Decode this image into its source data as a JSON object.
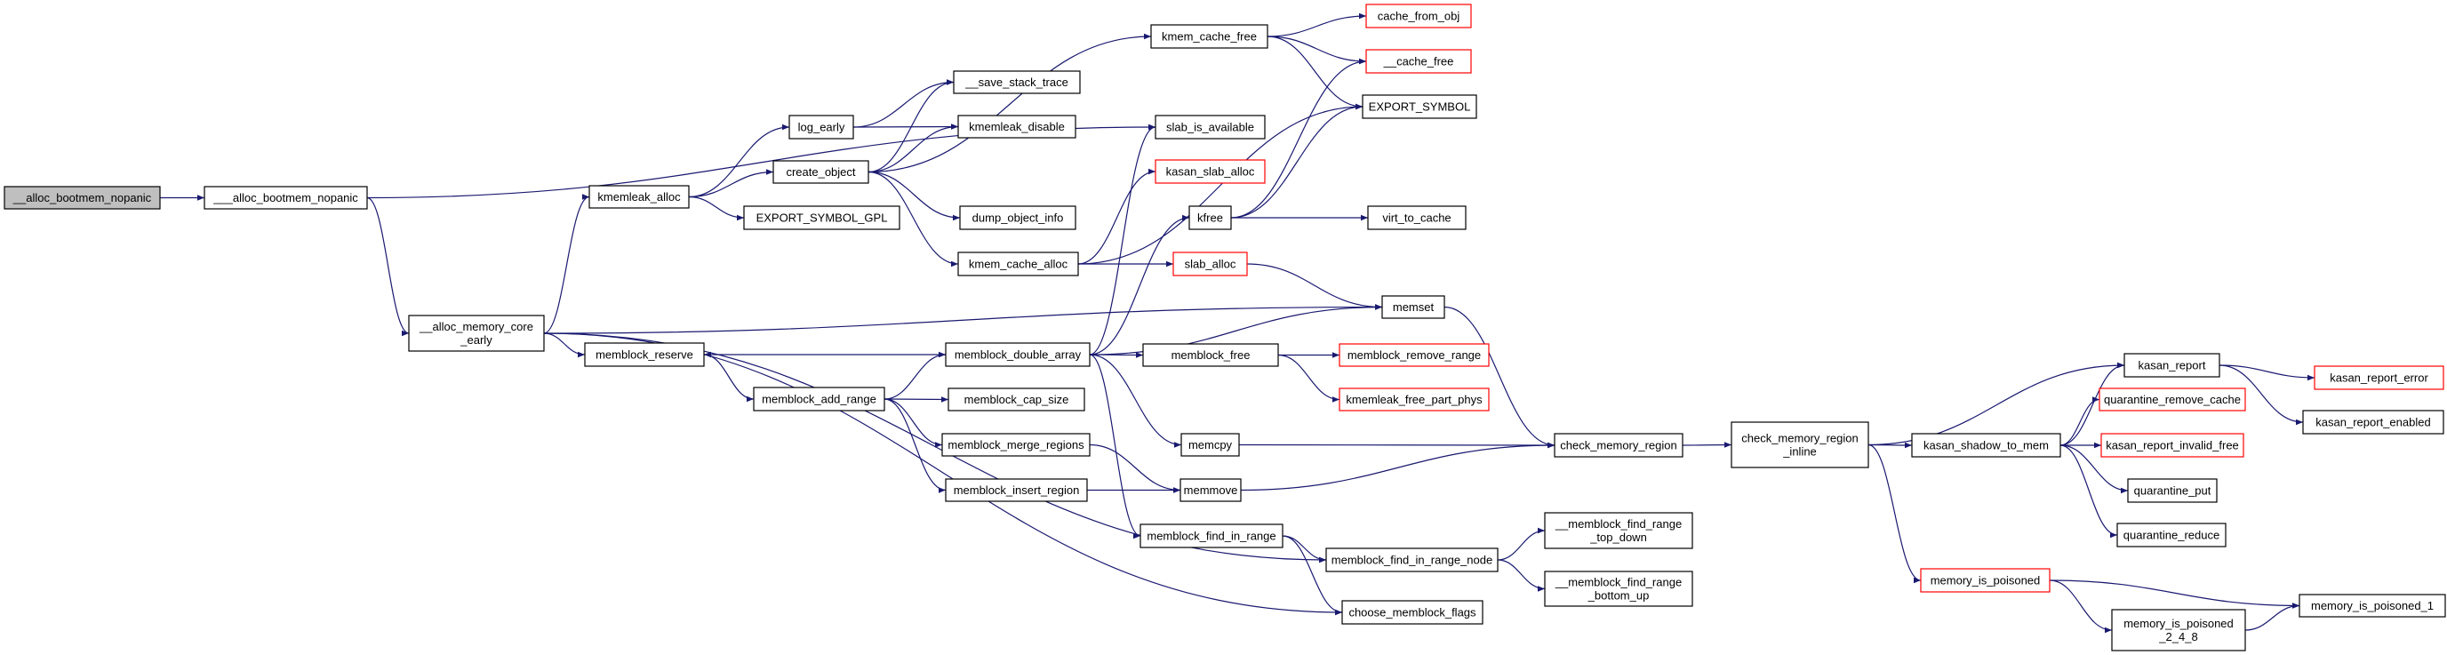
{
  "colors": {
    "edge": "#191970",
    "node_border": "#000000",
    "truncated_border": "#ff0000",
    "root_fill": "#bfbfbf"
  },
  "nodes": [
    {
      "id": "alloc_bootmem_nopanic",
      "label": [
        "__alloc_bootmem_nopanic"
      ],
      "root": true
    },
    {
      "id": "alloc_bootmem_nopanic3",
      "label": [
        "___alloc_bootmem_nopanic"
      ]
    },
    {
      "id": "alloc_memory_core_early",
      "label": [
        "__alloc_memory_core",
        "_early"
      ]
    },
    {
      "id": "slab_is_available",
      "label": [
        "slab_is_available"
      ]
    },
    {
      "id": "kmemleak_alloc",
      "label": [
        "kmemleak_alloc"
      ]
    },
    {
      "id": "memblock_reserve",
      "label": [
        "memblock_reserve"
      ]
    },
    {
      "id": "memblock_find_in_range_node",
      "label": [
        "memblock_find_in_range_node"
      ]
    },
    {
      "id": "choose_memblock_flags",
      "label": [
        "choose_memblock_flags"
      ]
    },
    {
      "id": "memset",
      "label": [
        "memset"
      ]
    },
    {
      "id": "log_early",
      "label": [
        "log_early"
      ]
    },
    {
      "id": "create_object",
      "label": [
        "create_object"
      ]
    },
    {
      "id": "export_symbol_gpl",
      "label": [
        "EXPORT_SYMBOL_GPL"
      ]
    },
    {
      "id": "save_stack_trace",
      "label": [
        "__save_stack_trace"
      ]
    },
    {
      "id": "kmemleak_disable",
      "label": [
        "kmemleak_disable"
      ]
    },
    {
      "id": "dump_object_info",
      "label": [
        "dump_object_info"
      ]
    },
    {
      "id": "kmem_cache_alloc",
      "label": [
        "kmem_cache_alloc"
      ]
    },
    {
      "id": "kmem_cache_free",
      "label": [
        "kmem_cache_free"
      ]
    },
    {
      "id": "cache_from_obj",
      "label": [
        "cache_from_obj"
      ],
      "truncated": true
    },
    {
      "id": "cache_free",
      "label": [
        "__cache_free"
      ],
      "truncated": true
    },
    {
      "id": "export_symbol",
      "label": [
        "EXPORT_SYMBOL"
      ]
    },
    {
      "id": "kasan_slab_alloc",
      "label": [
        "kasan_slab_alloc"
      ],
      "truncated": true
    },
    {
      "id": "kfree",
      "label": [
        "kfree"
      ]
    },
    {
      "id": "virt_to_cache",
      "label": [
        "virt_to_cache"
      ]
    },
    {
      "id": "slab_alloc",
      "label": [
        "slab_alloc"
      ],
      "truncated": true
    },
    {
      "id": "memblock_double_array",
      "label": [
        "memblock_double_array"
      ]
    },
    {
      "id": "memblock_add_range",
      "label": [
        "memblock_add_range"
      ]
    },
    {
      "id": "memblock_cap_size",
      "label": [
        "memblock_cap_size"
      ]
    },
    {
      "id": "memblock_merge_regions",
      "label": [
        "memblock_merge_regions"
      ]
    },
    {
      "id": "memblock_insert_region",
      "label": [
        "memblock_insert_region"
      ]
    },
    {
      "id": "memblock_free",
      "label": [
        "memblock_free"
      ]
    },
    {
      "id": "memblock_remove_range",
      "label": [
        "memblock_remove_range"
      ],
      "truncated": true
    },
    {
      "id": "kmemleak_free_part_phys",
      "label": [
        "kmemleak_free_part_phys"
      ],
      "truncated": true
    },
    {
      "id": "memcpy",
      "label": [
        "memcpy"
      ]
    },
    {
      "id": "memmove",
      "label": [
        "memmove"
      ]
    },
    {
      "id": "memblock_find_in_range",
      "label": [
        "memblock_find_in_range"
      ]
    },
    {
      "id": "memblock_find_range_top_down",
      "label": [
        "__memblock_find_range",
        "_top_down"
      ]
    },
    {
      "id": "memblock_find_range_bottom_up",
      "label": [
        "__memblock_find_range",
        "_bottom_up"
      ]
    },
    {
      "id": "check_memory_region",
      "label": [
        "check_memory_region"
      ]
    },
    {
      "id": "check_memory_region_inline",
      "label": [
        "check_memory_region",
        "_inline"
      ]
    },
    {
      "id": "kasan_report",
      "label": [
        "kasan_report"
      ]
    },
    {
      "id": "kasan_shadow_to_mem",
      "label": [
        "kasan_shadow_to_mem"
      ]
    },
    {
      "id": "memory_is_poisoned",
      "label": [
        "memory_is_poisoned"
      ],
      "truncated": true
    },
    {
      "id": "kasan_report_error",
      "label": [
        "kasan_report_error"
      ],
      "truncated": true
    },
    {
      "id": "kasan_report_enabled",
      "label": [
        "kasan_report_enabled"
      ]
    },
    {
      "id": "quarantine_remove_cache",
      "label": [
        "quarantine_remove_cache"
      ],
      "truncated": true
    },
    {
      "id": "kasan_report_invalid_free",
      "label": [
        "kasan_report_invalid_free"
      ],
      "truncated": true
    },
    {
      "id": "quarantine_put",
      "label": [
        "quarantine_put"
      ]
    },
    {
      "id": "quarantine_reduce",
      "label": [
        "quarantine_reduce"
      ]
    },
    {
      "id": "memory_is_poisoned_1",
      "label": [
        "memory_is_poisoned_1"
      ]
    },
    {
      "id": "memory_is_poisoned_2_4_8",
      "label": [
        "memory_is_poisoned",
        "_2_4_8"
      ]
    }
  ],
  "edges": [
    [
      "alloc_bootmem_nopanic",
      "alloc_bootmem_nopanic3"
    ],
    [
      "alloc_bootmem_nopanic3",
      "alloc_memory_core_early"
    ],
    [
      "alloc_bootmem_nopanic3",
      "slab_is_available"
    ],
    [
      "alloc_memory_core_early",
      "kmemleak_alloc"
    ],
    [
      "alloc_memory_core_early",
      "memblock_reserve"
    ],
    [
      "alloc_memory_core_early",
      "memset"
    ],
    [
      "alloc_memory_core_early",
      "memblock_find_in_range_node"
    ],
    [
      "alloc_memory_core_early",
      "choose_memblock_flags"
    ],
    [
      "kmemleak_alloc",
      "log_early"
    ],
    [
      "kmemleak_alloc",
      "create_object"
    ],
    [
      "kmemleak_alloc",
      "export_symbol_gpl"
    ],
    [
      "log_early",
      "save_stack_trace"
    ],
    [
      "log_early",
      "kmemleak_disable"
    ],
    [
      "create_object",
      "save_stack_trace"
    ],
    [
      "create_object",
      "kmemleak_disable"
    ],
    [
      "create_object",
      "dump_object_info"
    ],
    [
      "create_object",
      "kmem_cache_alloc"
    ],
    [
      "create_object",
      "kmem_cache_free"
    ],
    [
      "kmem_cache_alloc",
      "slab_alloc"
    ],
    [
      "kmem_cache_alloc",
      "kasan_slab_alloc"
    ],
    [
      "kmem_cache_alloc",
      "export_symbol"
    ],
    [
      "kmem_cache_free",
      "cache_from_obj"
    ],
    [
      "kmem_cache_free",
      "cache_free"
    ],
    [
      "kmem_cache_free",
      "export_symbol"
    ],
    [
      "kfree",
      "cache_free"
    ],
    [
      "kfree",
      "export_symbol"
    ],
    [
      "kfree",
      "virt_to_cache"
    ],
    [
      "slab_alloc",
      "memset"
    ],
    [
      "memblock_reserve",
      "memblock_add_range"
    ],
    [
      "memblock_add_range",
      "memblock_double_array"
    ],
    [
      "memblock_add_range",
      "memblock_cap_size"
    ],
    [
      "memblock_add_range",
      "memblock_merge_regions"
    ],
    [
      "memblock_add_range",
      "memblock_insert_region"
    ],
    [
      "memblock_double_array",
      "memblock_reserve"
    ],
    [
      "memblock_double_array",
      "slab_is_available"
    ],
    [
      "memblock_double_array",
      "kfree"
    ],
    [
      "memblock_double_array",
      "memset"
    ],
    [
      "memblock_double_array",
      "memblock_free"
    ],
    [
      "memblock_double_array",
      "memcpy"
    ],
    [
      "memblock_double_array",
      "memblock_find_in_range"
    ],
    [
      "memblock_free",
      "memblock_remove_range"
    ],
    [
      "memblock_free",
      "kmemleak_free_part_phys"
    ],
    [
      "memblock_merge_regions",
      "memmove"
    ],
    [
      "memblock_insert_region",
      "memmove"
    ],
    [
      "memcpy",
      "check_memory_region"
    ],
    [
      "memmove",
      "check_memory_region"
    ],
    [
      "memset",
      "check_memory_region"
    ],
    [
      "memblock_find_in_range",
      "memblock_find_in_range_node"
    ],
    [
      "memblock_find_in_range",
      "choose_memblock_flags"
    ],
    [
      "memblock_find_in_range_node",
      "memblock_find_range_top_down"
    ],
    [
      "memblock_find_in_range_node",
      "memblock_find_range_bottom_up"
    ],
    [
      "check_memory_region",
      "check_memory_region_inline"
    ],
    [
      "check_memory_region_inline",
      "kasan_report"
    ],
    [
      "check_memory_region_inline",
      "kasan_shadow_to_mem"
    ],
    [
      "check_memory_region_inline",
      "memory_is_poisoned"
    ],
    [
      "kasan_report",
      "kasan_report_error"
    ],
    [
      "kasan_report",
      "kasan_report_enabled"
    ],
    [
      "kasan_shadow_to_mem",
      "kasan_report"
    ],
    [
      "kasan_shadow_to_mem",
      "quarantine_remove_cache"
    ],
    [
      "kasan_shadow_to_mem",
      "kasan_report_invalid_free"
    ],
    [
      "kasan_shadow_to_mem",
      "quarantine_put"
    ],
    [
      "kasan_shadow_to_mem",
      "quarantine_reduce"
    ],
    [
      "memory_is_poisoned",
      "memory_is_poisoned_1"
    ],
    [
      "memory_is_poisoned",
      "memory_is_poisoned_2_4_8"
    ],
    [
      "memory_is_poisoned_2_4_8",
      "memory_is_poisoned_1"
    ]
  ]
}
